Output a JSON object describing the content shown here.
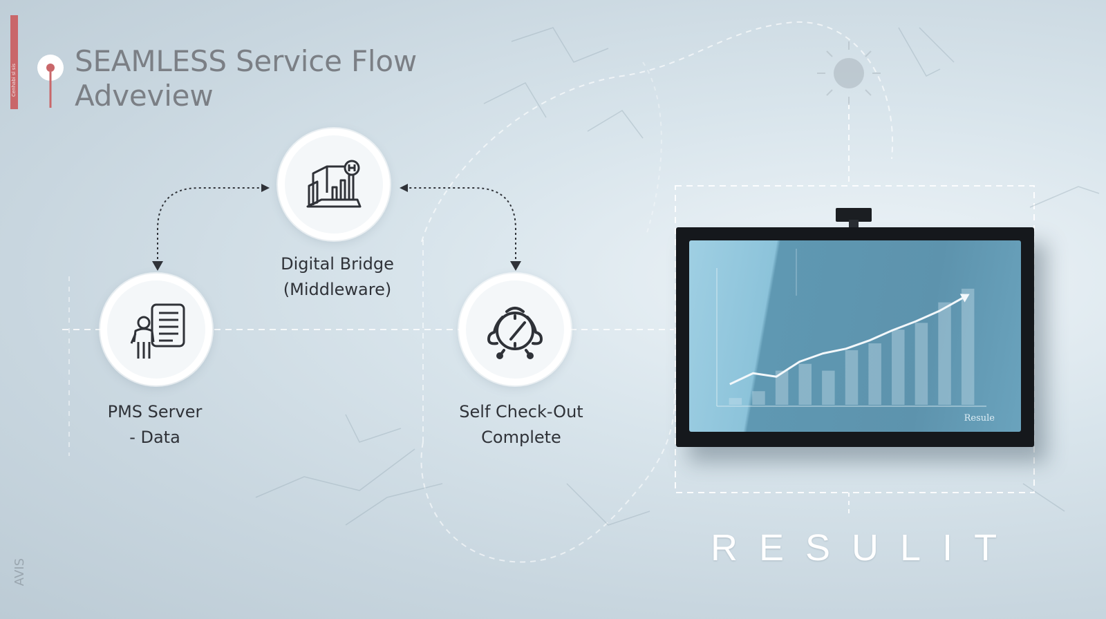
{
  "header": {
    "side_tag": "Cenhabi sl sis",
    "title_line1": "SEAMLESS Service Flow",
    "title_line2": "Adveview"
  },
  "nodes": [
    {
      "id": "pms",
      "line1": "PMS Server",
      "line2": "- Data",
      "icon": "server-clerk-icon"
    },
    {
      "id": "bridge",
      "line1": "Digital Bridge",
      "line2": "(Middleware)",
      "icon": "building-chart-icon"
    },
    {
      "id": "checkout",
      "line1": "Self Check-Out",
      "line2": "Complete",
      "icon": "alarm-clock-icon"
    }
  ],
  "monitor": {
    "caption": "Resule",
    "chart_data": {
      "type": "bar",
      "title": "",
      "xlabel": "",
      "ylabel": "",
      "values": [
        1,
        2,
        5,
        6,
        5,
        8,
        9,
        11,
        12,
        15,
        17
      ],
      "trend_line": [
        1,
        2.6,
        2.1,
        4.3,
        5.5,
        6.2,
        7.4,
        8.9,
        10.2,
        11.7,
        13.6
      ]
    }
  },
  "result_word": "RESULIT",
  "corner_mark": "AVIS",
  "colors": {
    "accent": "#c9676a",
    "title": "#7b7f85",
    "screen": "#5f98b2",
    "ink": "#2f3238"
  }
}
